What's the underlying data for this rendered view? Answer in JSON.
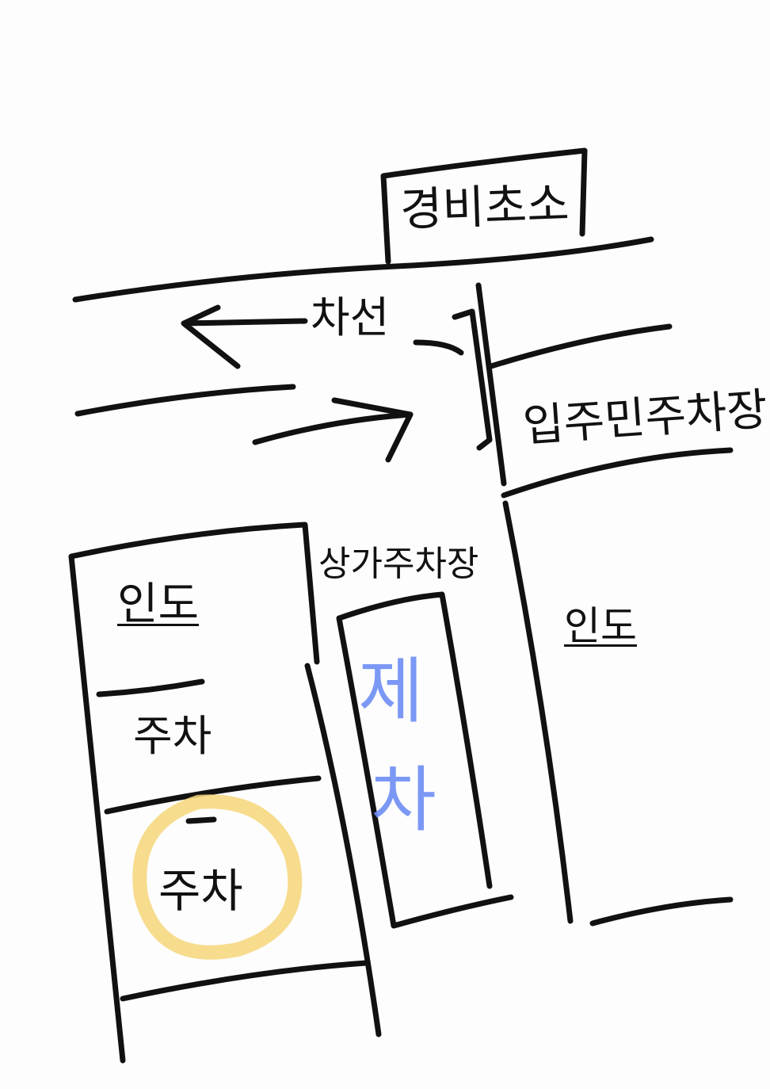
{
  "labels": {
    "guard_post": "경비초소",
    "driving_lane": "차선",
    "resident_parking": "입주민주차장",
    "sidewalk_left": "인도",
    "store_parking": "상가주차장",
    "sidewalk_right": "인도",
    "parking_1": "주차",
    "parking_2": "주차",
    "excluded_1": "제",
    "excluded_2": "차"
  },
  "colors": {
    "ink": "#111111",
    "highlight": "#f6d67a",
    "marker": "#6f8ef5"
  }
}
